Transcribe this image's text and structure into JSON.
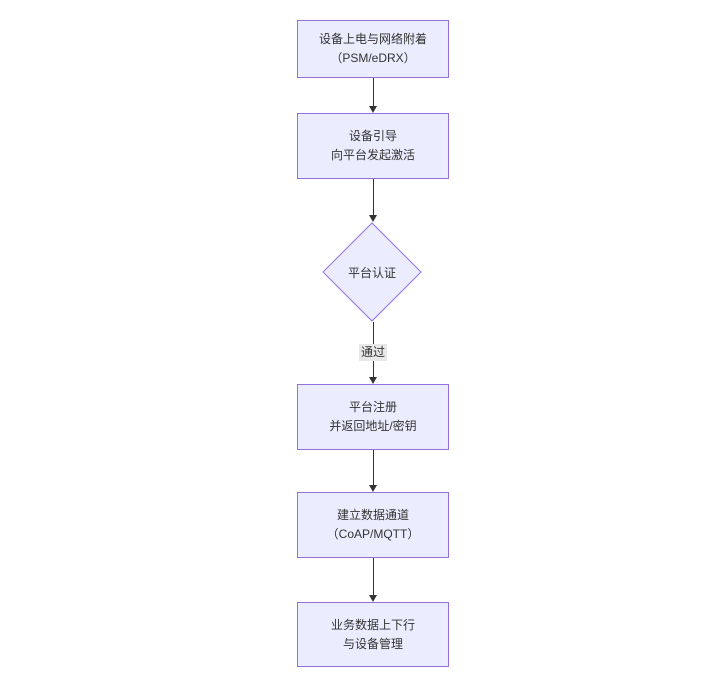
{
  "diagram": {
    "type": "flowchart",
    "direction": "top-down",
    "colors": {
      "background": "#ffffff",
      "node_fill": "#ECECFF",
      "node_border": "#9370DB",
      "edge_color": "#333333",
      "text_color": "#333333",
      "edge_label_bg": "#e8e8e8"
    },
    "nodes": [
      {
        "id": "power-on",
        "shape": "rect",
        "line1": "设备上电与网络附着",
        "line2": "（PSM/eDRX）"
      },
      {
        "id": "bootstrap",
        "shape": "rect",
        "line1": "设备引导",
        "line2": "向平台发起激活"
      },
      {
        "id": "platform-auth",
        "shape": "diamond",
        "line1": "平台认证"
      },
      {
        "id": "register",
        "shape": "rect",
        "line1": "平台注册",
        "line2": "并返回地址/密钥"
      },
      {
        "id": "data-channel",
        "shape": "rect",
        "line1": "建立数据通道",
        "line2": "（CoAP/MQTT）"
      },
      {
        "id": "business",
        "shape": "rect",
        "line1": "业务数据上下行",
        "line2": "与设备管理"
      }
    ],
    "edges": [
      {
        "from": "power-on",
        "to": "bootstrap",
        "label": ""
      },
      {
        "from": "bootstrap",
        "to": "platform-auth",
        "label": ""
      },
      {
        "from": "platform-auth",
        "to": "register",
        "label": "通过"
      },
      {
        "from": "register",
        "to": "data-channel",
        "label": ""
      },
      {
        "from": "data-channel",
        "to": "business",
        "label": ""
      }
    ]
  }
}
